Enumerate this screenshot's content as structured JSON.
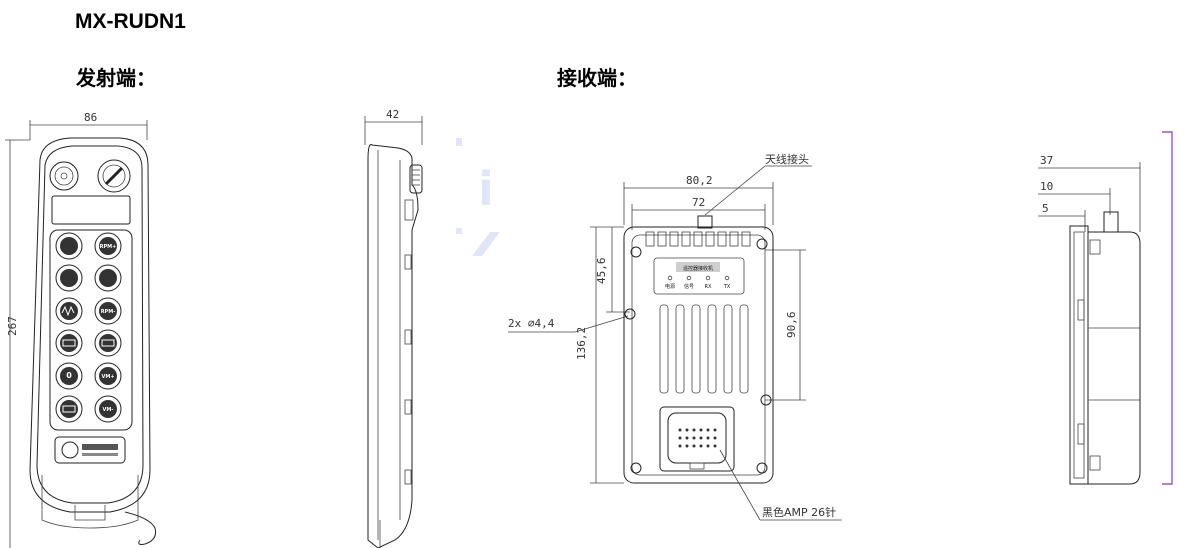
{
  "title": "MX-RUDN1",
  "transmitter": {
    "label": "发射端：",
    "front": {
      "width_dim": "86",
      "height_dim": "267"
    },
    "side": {
      "depth_dim": "42"
    },
    "buttons": [
      {
        "left": "",
        "right": "RPM+"
      },
      {
        "left": "",
        "right": ""
      },
      {
        "left": "",
        "right": "RPM-"
      },
      {
        "left": "",
        "right": ""
      },
      {
        "left": "0",
        "right": "VM+"
      },
      {
        "left": "",
        "right": "VM-"
      }
    ]
  },
  "receiver": {
    "label": "接收端：",
    "front": {
      "outer_width": "80,2",
      "inner_width": "72",
      "height_total": "136,2",
      "height_upper": "45,6",
      "height_right": "90,6",
      "hole_note": "2x ∅4,4",
      "antenna_note": "天线接头",
      "connector_note": "黑色AMP 26针",
      "panel_title": "遥控器接收机",
      "leds": [
        "电源",
        "信号",
        "RX",
        "TX"
      ]
    },
    "side": {
      "dims": [
        "37",
        "10",
        "5"
      ]
    }
  },
  "colors": {
    "outline": "#222222",
    "accent_bracket": "#9b59b6",
    "watermark": "#c9d3ef"
  }
}
